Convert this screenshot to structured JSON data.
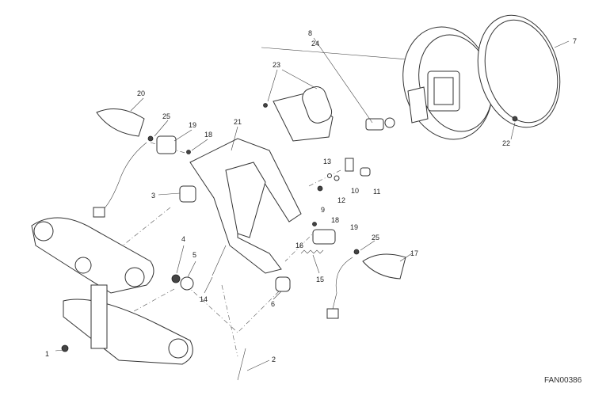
{
  "diagram": {
    "drawing_code": "FAN00386",
    "callouts": [
      "8",
      "24",
      "7",
      "23",
      "20",
      "25",
      "19",
      "18",
      "21",
      "22",
      "13",
      "3",
      "10",
      "11",
      "12",
      "9",
      "18",
      "19",
      "25",
      "16",
      "17",
      "4",
      "5",
      "15",
      "14",
      "6",
      "1",
      "2"
    ]
  }
}
